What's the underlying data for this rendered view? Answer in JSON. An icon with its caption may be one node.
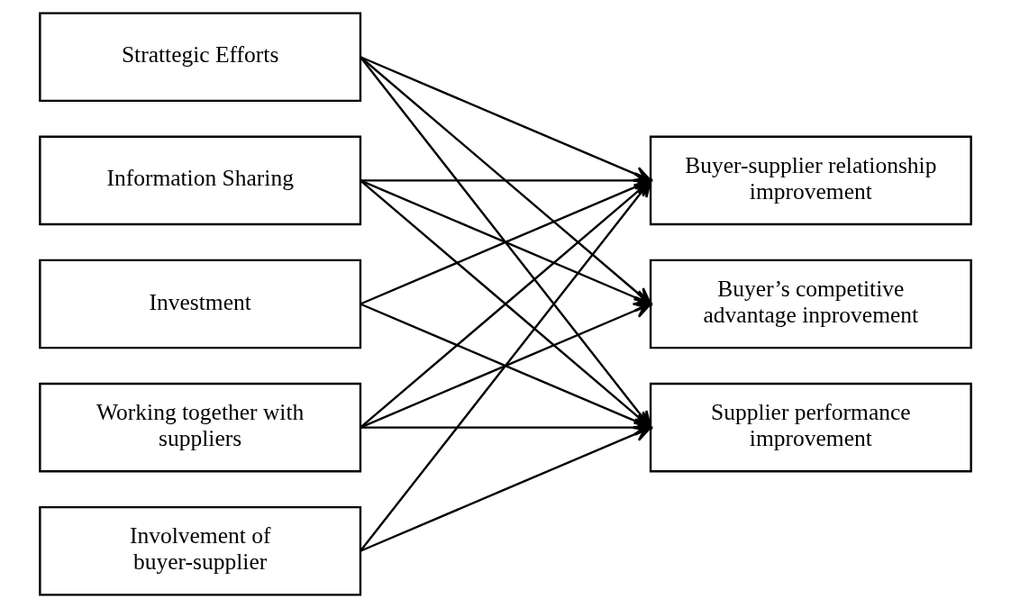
{
  "diagram": {
    "nodes": [
      {
        "text": [
          "Strattegic Efforts"
        ]
      },
      {
        "text": [
          "Information Sharing"
        ]
      },
      {
        "text": [
          "Investment"
        ]
      },
      {
        "text": [
          "Working together with suppliers"
        ]
      },
      {
        "text": [
          "Involvement of buyer-supplier"
        ]
      },
      {
        "text": [
          "Buyer-supplier relationship improvement"
        ]
      },
      {
        "text": [
          "Buyer’s competitive advantage inprovement"
        ]
      },
      {
        "text": [
          "Supplier performance improvement"
        ]
      }
    ],
    "edges": [
      {
        "from": 0,
        "to": 5,
        "arrow": "to"
      },
      {
        "from": 0,
        "to": 6,
        "arrow": "to"
      },
      {
        "from": 0,
        "to": 7,
        "arrow": "to"
      },
      {
        "from": 1,
        "to": 5,
        "arrow": "to"
      },
      {
        "from": 1,
        "to": 6,
        "arrow": "to"
      },
      {
        "from": 1,
        "to": 7,
        "arrow": "to"
      },
      {
        "from": 2,
        "to": 5,
        "arrow": "to"
      },
      {
        "from": 2,
        "to": 7,
        "arrow": "to"
      },
      {
        "from": 3,
        "to": 5,
        "arrow": "to"
      },
      {
        "from": 3,
        "to": 6,
        "arrow": "to"
      },
      {
        "from": 3,
        "to": 7,
        "arrow": "to"
      },
      {
        "from": 4,
        "to": 5,
        "arrow": "to"
      },
      {
        "from": 4,
        "to": 7,
        "arrow": "to"
      }
    ]
  }
}
